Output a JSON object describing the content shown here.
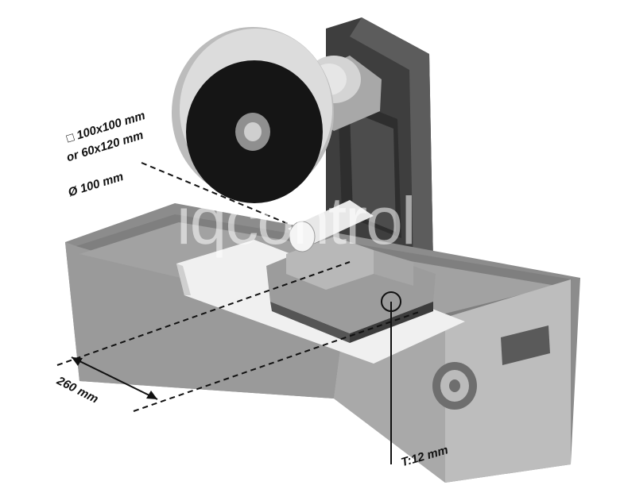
{
  "annotations": {
    "clamp_size_line1": "□ 100x100 mm",
    "clamp_size_line2": "or 60x120 mm",
    "diameter": "Ø 100 mm",
    "table_length": "260 mm",
    "t_slot": "T:12 mm"
  },
  "watermark": "iqcontrol",
  "colors": {
    "frame": "#8e8e8e",
    "frame_light": "#b4b4b4",
    "frame_dark": "#6e6e6e",
    "blade": "#111111",
    "wheel_guard": "#d8d8d8",
    "column": "#4a4a4a",
    "vise": "#9a9a9a",
    "table_top": "#ececec",
    "dimension_lines": "#111111"
  }
}
